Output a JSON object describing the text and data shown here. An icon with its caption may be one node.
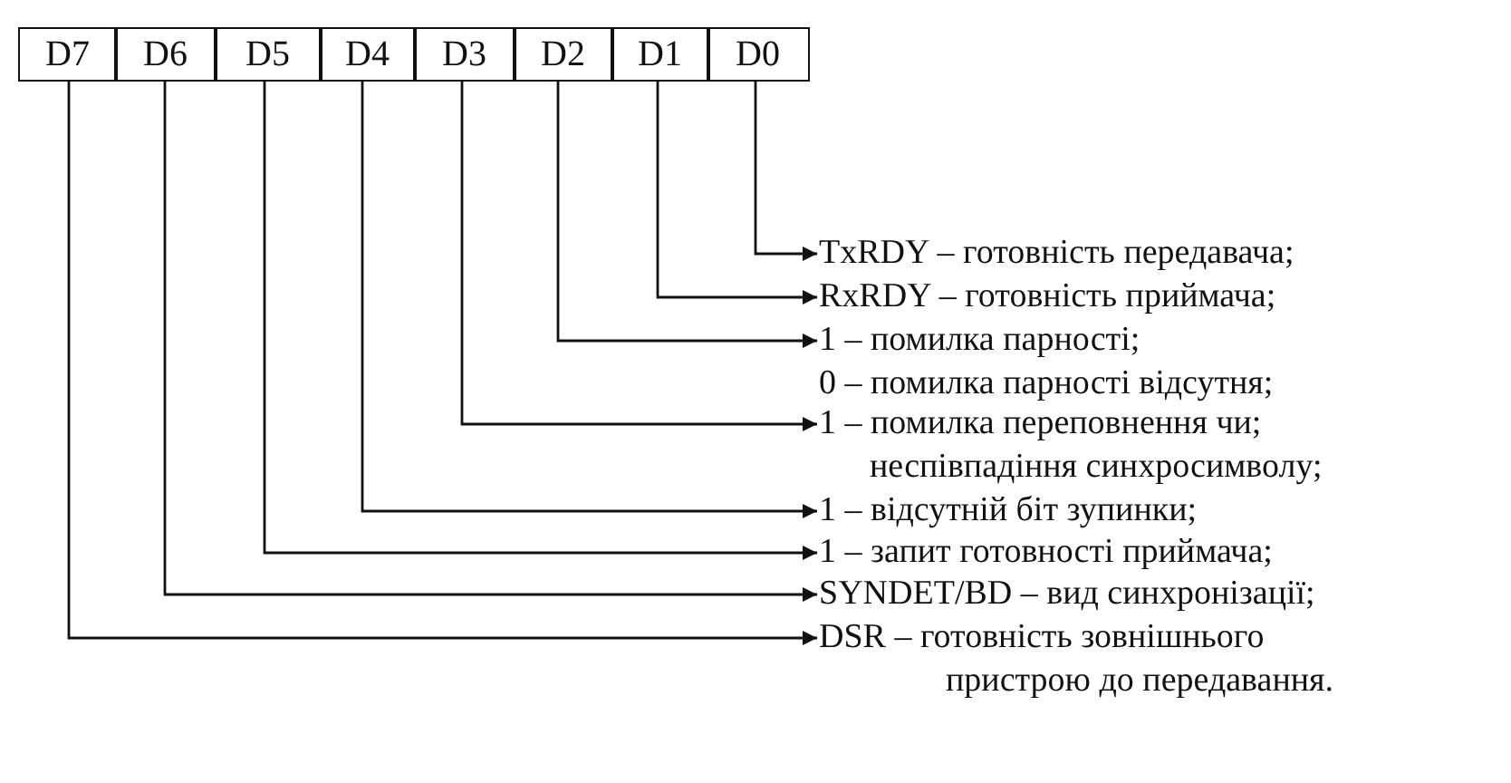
{
  "diagram": {
    "nodes": [
      {
        "text": [
          "D7"
        ]
      },
      {
        "text": [
          "D6"
        ]
      },
      {
        "text": [
          "D5"
        ]
      },
      {
        "text": [
          "D4"
        ]
      },
      {
        "text": [
          "D3"
        ]
      },
      {
        "text": [
          "D2"
        ]
      },
      {
        "text": [
          "D1"
        ]
      },
      {
        "text": [
          "D0"
        ]
      },
      {
        "text": [
          "TxRDY – готовність передавача;"
        ]
      },
      {
        "text": [
          "RxRDY – готовність приймача;"
        ]
      },
      {
        "text": [
          "1 – помилка парності;",
          "0 – помилка парності відсутня;"
        ]
      },
      {
        "text": [
          "1 – помилка переповнення чи; неспівпадіння синхросимволу;"
        ]
      },
      {
        "text": [
          "1 – відсутній біт зупинки;"
        ]
      },
      {
        "text": [
          "1 – запит готовності приймача;"
        ]
      },
      {
        "text": [
          "SYNDET/BD – вид синхронізації;"
        ]
      },
      {
        "text": [
          "DSR – готовність зовнішнього пристрою до передавання."
        ]
      }
    ],
    "edges": [
      {
        "from": 7,
        "to": 8,
        "arrow": "to"
      },
      {
        "from": 6,
        "to": 9,
        "arrow": "to"
      },
      {
        "from": 5,
        "to": 10,
        "arrow": "to"
      },
      {
        "from": 4,
        "to": 11,
        "arrow": "to"
      },
      {
        "from": 3,
        "to": 12,
        "arrow": "to"
      },
      {
        "from": 2,
        "to": 13,
        "arrow": "to"
      },
      {
        "from": 1,
        "to": 14,
        "arrow": "to"
      },
      {
        "from": 0,
        "to": 15,
        "arrow": "to"
      }
    ]
  }
}
